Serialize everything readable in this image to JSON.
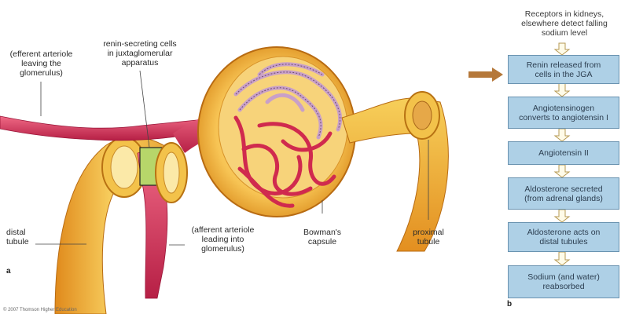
{
  "labels": {
    "efferent": "(efferent arteriole\nleaving the\nglomerulus)",
    "renin_cells": "renin-secreting cells\nin juxtaglomerular\napparatus",
    "distal": "distal\ntubule",
    "afferent": "(afferent arteriole\nleading into\nglomerulus)",
    "bowmans": "Bowman's\ncapsule",
    "proximal": "proximal\ntubule",
    "panel_a": "a",
    "panel_b": "b"
  },
  "flowchart": {
    "top_text": "Receptors in kidneys,\nelsewhere detect falling\nsodium level",
    "steps": [
      "Renin released from\ncells in the JGA",
      "Angiotensinogen\nconverts to angiotensin I",
      "Angiotensin II",
      "Aldosterone secreted\n(from adrenal glands)",
      "Aldosterone acts on\ndistal tubules",
      "Sodium (and water)\nreabsorbed"
    ]
  },
  "credit": "© 2007 Thomson Higher Education",
  "colors": {
    "box_fill": "#aed0e6",
    "box_border": "#6a93b0",
    "pointer_arrow": "#b5783a",
    "tubule": "#f2b53c",
    "vessel": "#d8365a",
    "capillary_pink": "#c9a0c8"
  }
}
